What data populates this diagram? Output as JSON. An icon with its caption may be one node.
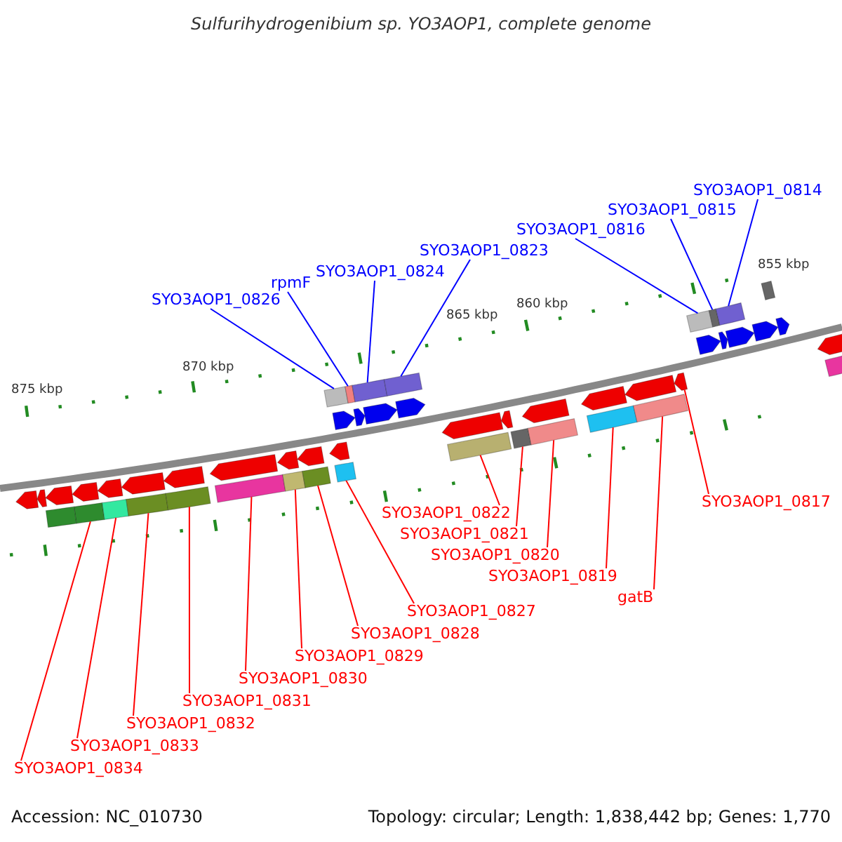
{
  "diagram": {
    "title": "Sulfurihydrogenibium sp. YO3AOP1, complete genome",
    "nodes": [
      {
        "text": [
          "SYO3AOP1_0814"
        ]
      },
      {
        "text": [
          "SYO3AOP1_0815"
        ]
      },
      {
        "text": [
          "SYO3AOP1_0816"
        ]
      },
      {
        "text": [
          "SYO3AOP1_0823"
        ]
      },
      {
        "text": [
          "SYO3AOP1_0824"
        ]
      },
      {
        "text": [
          "rpmF"
        ]
      },
      {
        "text": [
          "SYO3AOP1_0826"
        ]
      },
      {
        "text": [
          "SYO3AOP1_0834"
        ]
      },
      {
        "text": [
          "SYO3AOP1_0833"
        ]
      },
      {
        "text": [
          "SYO3AOP1_0832"
        ]
      },
      {
        "text": [
          "SYO3AOP1_0831"
        ]
      },
      {
        "text": [
          "SYO3AOP1_0830"
        ]
      },
      {
        "text": [
          "SYO3AOP1_0829"
        ]
      },
      {
        "text": [
          "SYO3AOP1_0828"
        ]
      },
      {
        "text": [
          "SYO3AOP1_0827"
        ]
      },
      {
        "text": [
          "SYO3AOP1_0822"
        ]
      },
      {
        "text": [
          "SYO3AOP1_0821"
        ]
      },
      {
        "text": [
          "SYO3AOP1_0820"
        ]
      },
      {
        "text": [
          "SYO3AOP1_0819"
        ]
      },
      {
        "text": [
          "gatB"
        ]
      },
      {
        "text": [
          "SYO3AOP1_0817"
        ]
      },
      {
        "text": [],
        "shape": "bar"
      },
      {
        "text": [],
        "shape": "bar"
      },
      {
        "text": [],
        "shape": "bar"
      },
      {
        "text": [],
        "shape": "bar"
      },
      {
        "text": [],
        "shape": "bar"
      },
      {
        "text": [],
        "shape": "bar"
      },
      {
        "text": [],
        "shape": "bar"
      },
      {
        "text": [],
        "shape": "bar"
      },
      {
        "text": [],
        "shape": "bar"
      },
      {
        "text": [],
        "shape": "bar"
      },
      {
        "text": [],
        "shape": "bar"
      },
      {
        "text": [],
        "shape": "bar"
      },
      {
        "text": [],
        "shape": "bar"
      },
      {
        "text": [],
        "shape": "bar"
      },
      {
        "text": [],
        "shape": "bar"
      },
      {
        "text": [],
        "shape": "bar"
      },
      {
        "text": [],
        "shape": "bar"
      },
      {
        "text": [],
        "shape": "arrow"
      },
      {
        "text": [],
        "shape": "bar"
      },
      {
        "text": [],
        "shape": "bar"
      },
      {
        "text": [],
        "shape": "bar"
      },
      {
        "text": [],
        "shape": "bar"
      },
      {
        "text": [],
        "shape": "bar"
      },
      {
        "text": [],
        "shape": "bar"
      }
    ],
    "edges": [
      {
        "from": 0,
        "to": 41,
        "arrow": "none",
        "color": "#0000ff"
      },
      {
        "from": 1,
        "to": 40,
        "arrow": "none",
        "color": "#0000ff"
      },
      {
        "from": 2,
        "to": 39,
        "arrow": "none",
        "color": "#0000ff"
      },
      {
        "from": 3,
        "to": 32,
        "arrow": "none",
        "color": "#0000ff"
      },
      {
        "from": 4,
        "to": 31,
        "arrow": "none",
        "color": "#0000ff"
      },
      {
        "from": 5,
        "to": 30,
        "arrow": "none",
        "color": "#0000ff"
      },
      {
        "from": 6,
        "to": 29,
        "arrow": "none",
        "color": "#0000ff"
      },
      {
        "from": 7,
        "to": 21,
        "arrow": "none"
      },
      {
        "from": 8,
        "to": 22,
        "arrow": "none"
      },
      {
        "from": 9,
        "to": 23,
        "arrow": "none"
      },
      {
        "from": 10,
        "to": 24,
        "arrow": "none"
      },
      {
        "from": 11,
        "to": 25,
        "arrow": "none"
      },
      {
        "from": 12,
        "to": 26,
        "arrow": "none"
      },
      {
        "from": 13,
        "to": 27,
        "arrow": "none"
      },
      {
        "from": 14,
        "to": 28,
        "arrow": "none"
      },
      {
        "from": 15,
        "to": 33,
        "arrow": "none"
      },
      {
        "from": 16,
        "to": 34,
        "arrow": "none"
      },
      {
        "from": 17,
        "to": 35,
        "arrow": "none"
      },
      {
        "from": 18,
        "to": 36,
        "arrow": "none"
      },
      {
        "from": 19,
        "to": 37,
        "arrow": "none"
      },
      {
        "from": 20,
        "to": 38,
        "arrow": "none"
      }
    ],
    "labels": [
      "875 kbp",
      "870 kbp",
      "865 kbp",
      "860 kbp",
      "855 kbp",
      "Accession: NC_010730",
      "Topology: circular; Length: 1,838,442 bp; Genes: 1,770"
    ]
  }
}
